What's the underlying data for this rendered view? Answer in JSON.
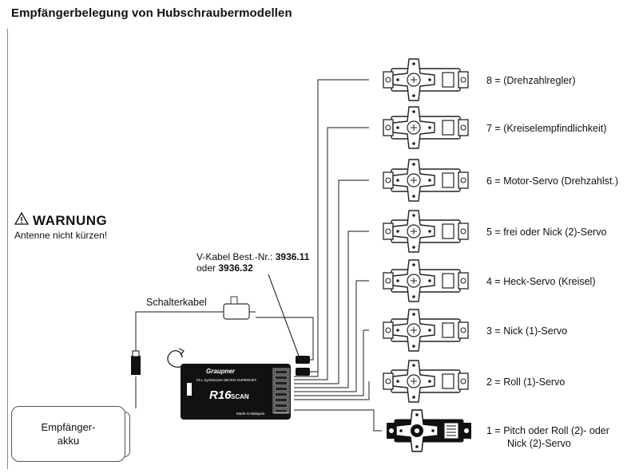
{
  "title": "Empfängerbelegung von Hubschraubermodellen",
  "warning": {
    "title": "WARNUNG",
    "text": "Antenne nicht kürzen!"
  },
  "vkabel": {
    "line1_prefix": "V-Kabel Best.-Nr.: ",
    "line1_num": "3936.11",
    "line2_prefix": "oder ",
    "line2_num": "3936.32"
  },
  "switch_cable": "Schalterkabel",
  "battery": {
    "line1": "Empfänger-",
    "line2": "akku"
  },
  "receiver": {
    "brand": "Graupner",
    "model": "R16",
    "model_suffix": "SCAN",
    "subtitle": "PLL-Synthesizer MICRO-SUPERHET",
    "made_in": "Made in Malaysia"
  },
  "channels": [
    {
      "num": 8,
      "label": "8 = (Drehzahlregler)"
    },
    {
      "num": 7,
      "label": "7 = (Kreiselempfindlichkeit)"
    },
    {
      "num": 6,
      "label": "6 = Motor-Servo (Drehzahlst.)"
    },
    {
      "num": 5,
      "label": "5 = frei oder Nick (2)-Servo"
    },
    {
      "num": 4,
      "label": "4 = Heck-Servo (Kreisel)"
    },
    {
      "num": 3,
      "label": "3 = Nick (1)-Servo"
    },
    {
      "num": 2,
      "label": "2 = Roll (1)-Servo"
    },
    {
      "num": 1,
      "label_line1": "1 = Pitch oder Roll (2)- oder",
      "label_line2": "Nick (2)-Servo"
    }
  ]
}
